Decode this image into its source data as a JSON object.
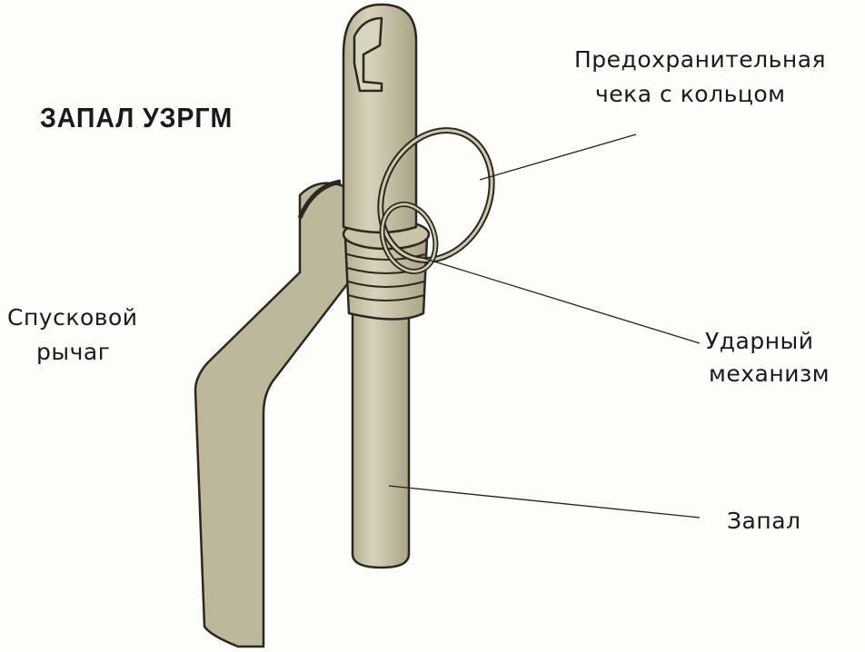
{
  "title": "ЗАПАЛ УЗРГМ",
  "labels": {
    "safety_pin_line1": "Предохранительная",
    "safety_pin_line2": "чека с кольцом",
    "lever_line1": "Спусковой",
    "lever_line2": "рычаг",
    "striker_line1": "Ударный",
    "striker_line2": "механизм",
    "fuse": "Запал"
  },
  "colors": {
    "metal": "#c5bfa3",
    "outline": "#2a2820",
    "background": "#fdfdfb"
  }
}
